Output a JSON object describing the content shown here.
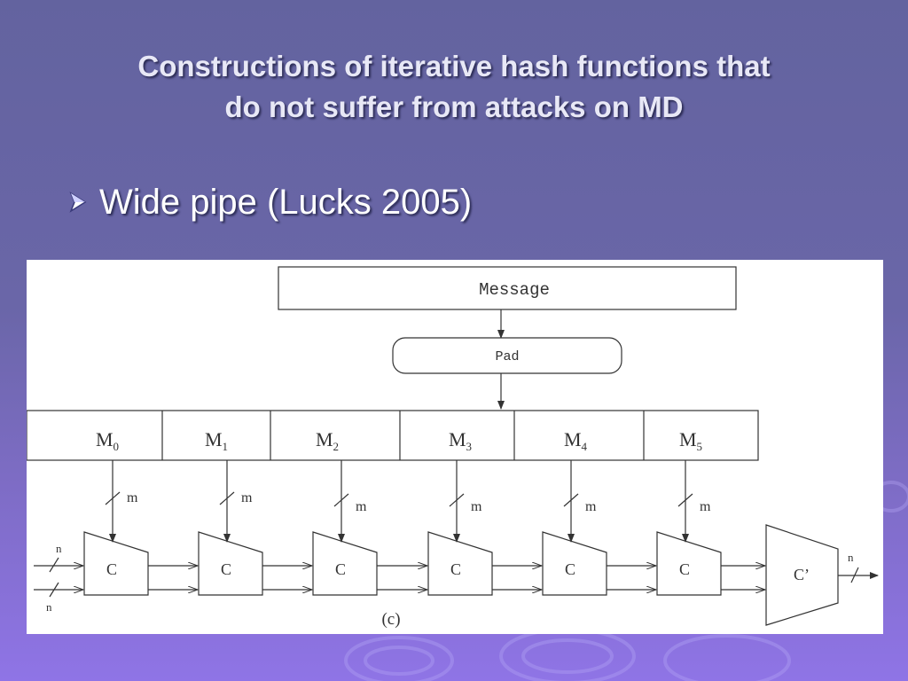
{
  "slide": {
    "title_lines": [
      "Constructions of iterative hash functions that",
      "do not suffer from attacks on MD"
    ],
    "bullet": "Wide pipe (Lucks 2005)",
    "bullet_icon": "arrow-bullet-icon"
  },
  "diagram": {
    "message_label": "Message",
    "pad_label": "Pad",
    "blocks": [
      {
        "base": "M",
        "sub": "0"
      },
      {
        "base": "M",
        "sub": "1"
      },
      {
        "base": "M",
        "sub": "2"
      },
      {
        "base": "M",
        "sub": "3"
      },
      {
        "base": "M",
        "sub": "4"
      },
      {
        "base": "M",
        "sub": "5"
      }
    ],
    "message_width_label": "m",
    "compression_label": "C",
    "final_label": "C’",
    "chain_width_label": "n",
    "caption": "(c)"
  },
  "colors": {
    "background_top": "#63639f",
    "background_bottom": "#8f74e6",
    "title": "#e8e8f6",
    "bullet_text": "#ffffff",
    "figure_background": "#ffffff",
    "ink": "#333333"
  }
}
